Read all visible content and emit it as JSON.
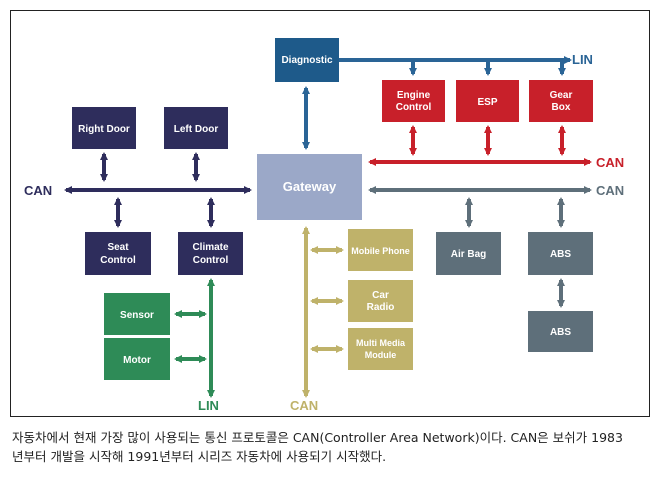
{
  "colors": {
    "navy": "#2e2d5c",
    "gateway": "#9ba8c8",
    "diagnostic": "#1e5a8a",
    "lin_blue": "#2a6496",
    "red": "#c8202a",
    "gray": "#5e6f7a",
    "olive": "#bfb26a",
    "green": "#2e8b57"
  },
  "nodes": {
    "diagnostic": "Diagnostic",
    "engine_control": [
      "Engine",
      "Control"
    ],
    "esp": "ESP",
    "gear_box": [
      "Gear",
      "Box"
    ],
    "right_door": "Right Door",
    "left_door": "Left Door",
    "gateway": "Gateway",
    "seat_control": [
      "Seat",
      "Control"
    ],
    "climate_control": [
      "Climate",
      "Control"
    ],
    "mobile_phone": "Mobile Phone",
    "car_radio": [
      "Car",
      "Radio"
    ],
    "multi_media_module": [
      "Multi Media",
      "Module"
    ],
    "air_bag": "Air Bag",
    "abs_upper": "ABS",
    "abs_lower": "ABS",
    "sensor": "Sensor",
    "motor": "Motor"
  },
  "bus_labels": {
    "lin_top": "LIN",
    "can_red": "CAN",
    "can_gray": "CAN",
    "can_left": "CAN",
    "lin_bottom": "LIN",
    "can_bottom": "CAN"
  },
  "caption": {
    "line1": "자동차에서 현재 가장 많이 사용되는 통신 프로토콜은 CAN(Controller Area Network)이다. CAN은 보쉬가 1983",
    "line2": "년부터 개발을 시작해 1991년부터 시리즈 자동차에 사용되기 시작했다."
  }
}
